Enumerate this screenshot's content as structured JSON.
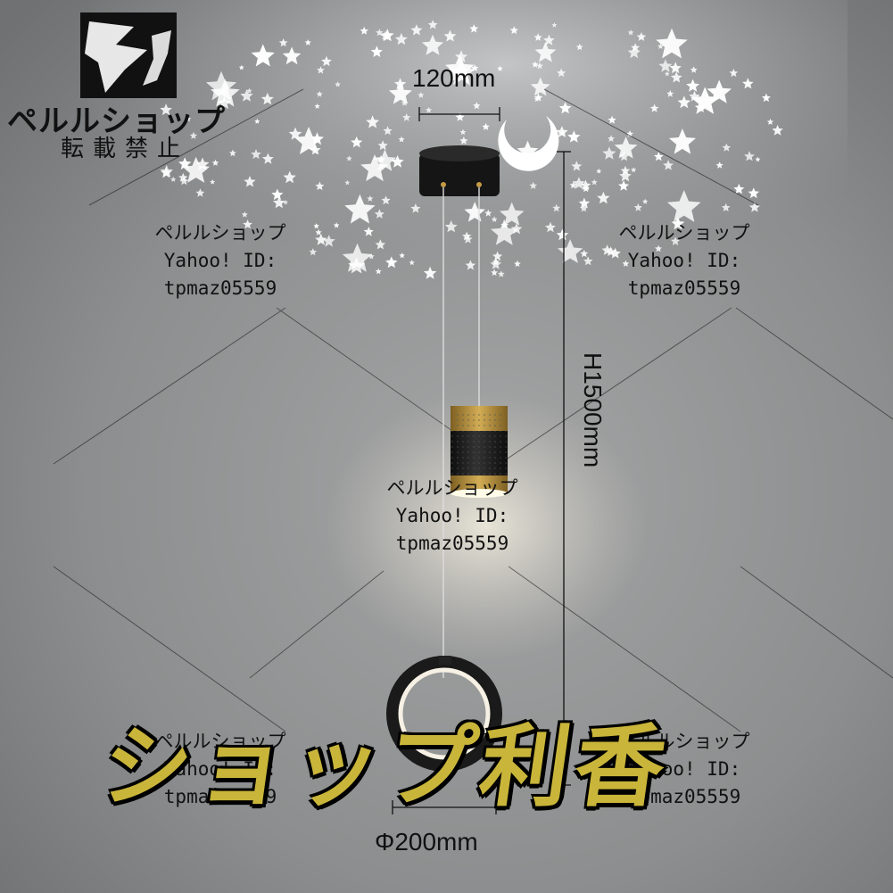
{
  "logo": {
    "name": "ペルルショップ",
    "notice": "転載禁止"
  },
  "watermark": {
    "shop": "ペルルショップ",
    "yahoo": "Yahoo! ID:",
    "id": "tpmaz05559"
  },
  "dimensions": {
    "width": "120mm",
    "height": "H1500mm",
    "diameter": "Φ200mm"
  },
  "banner": "ショップ利香",
  "colors": {
    "wall": "#8d8f90",
    "lamp_black": "#1b1b1b",
    "gold": "#b08a3a",
    "banner": "#c9b53a",
    "star": "#ffffff"
  }
}
